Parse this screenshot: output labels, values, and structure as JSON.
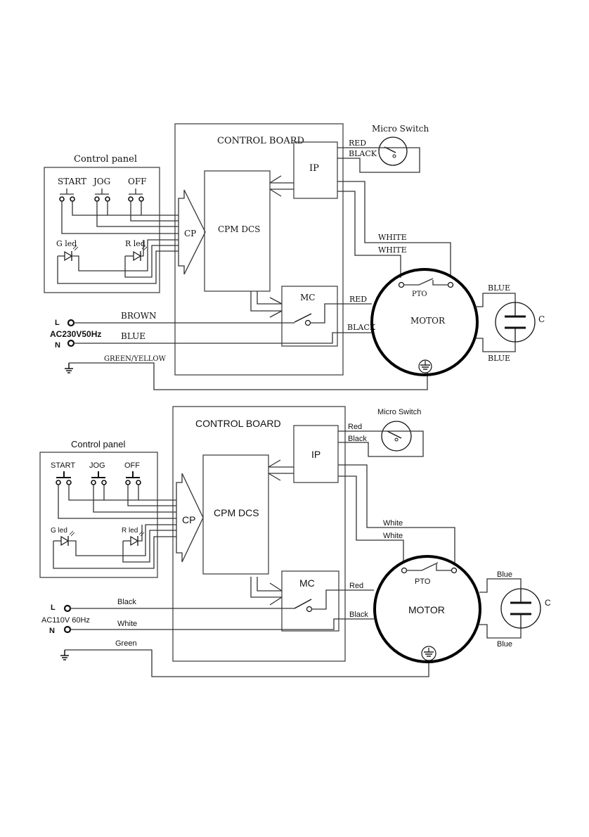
{
  "diagrams": [
    {
      "variant": "230V",
      "control_panel": {
        "title": "Control panel",
        "buttons": [
          "START",
          "JOG",
          "OFF"
        ],
        "leds": [
          "G led",
          "R led"
        ]
      },
      "control_board": {
        "title": "CONTROL BOARD",
        "connector": "CP",
        "main_module": "CPM DCS",
        "ip_module": "IP",
        "mc_module": "MC"
      },
      "micro_switch": {
        "title": "Micro Switch",
        "wire_1": "RED",
        "wire_2": "BLACK"
      },
      "motor": {
        "label": "MOTOR",
        "pto": "PTO",
        "wire_white_1": "WHITE",
        "wire_white_2": "WHITE",
        "wire_red": "RED",
        "wire_black": "BLACK"
      },
      "capacitor": {
        "label": "C",
        "wire_top": "BLUE",
        "wire_bottom": "BLUE"
      },
      "supply": {
        "l_label": "L",
        "n_label": "N",
        "voltage": "AC230V50Hz",
        "l_wire": "BROWN",
        "n_wire": "BLUE",
        "ground_wire": "GREEN/YELLOW"
      }
    },
    {
      "variant": "110V",
      "control_panel": {
        "title": "Control panel",
        "buttons": [
          "START",
          "JOG",
          "OFF"
        ],
        "leds": [
          "G led",
          "R led"
        ]
      },
      "control_board": {
        "title": "CONTROL BOARD",
        "connector": "CP",
        "main_module": "CPM DCS",
        "ip_module": "IP",
        "mc_module": "MC"
      },
      "micro_switch": {
        "title": "Micro Switch",
        "wire_1": "Red",
        "wire_2": "Black"
      },
      "motor": {
        "label": "MOTOR",
        "pto": "PTO",
        "wire_white_1": "White",
        "wire_white_2": "White",
        "wire_red": "Red",
        "wire_black": "Black"
      },
      "capacitor": {
        "label": "C",
        "wire_top": "Blue",
        "wire_bottom": "Blue"
      },
      "supply": {
        "l_label": "L",
        "n_label": "N",
        "voltage": "AC110V 60Hz",
        "l_wire": "Black",
        "n_wire": "White",
        "ground_wire": "Green"
      }
    }
  ]
}
